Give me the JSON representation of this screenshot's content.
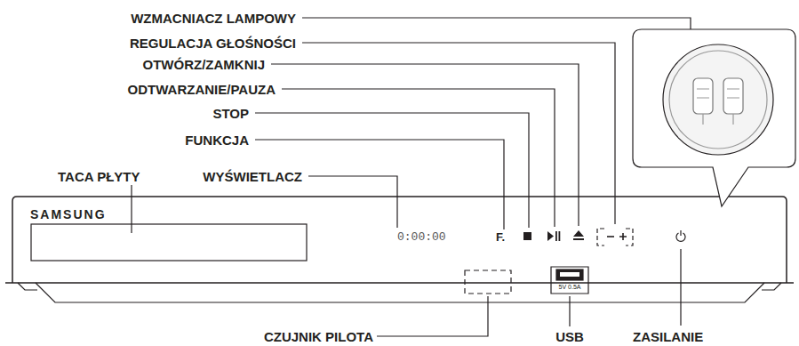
{
  "diagram": {
    "labels": [
      "WZMACNIACZ LAMPOWY",
      "REGULACJA GŁOŚNOŚCI",
      "OTWÓRZ/ZAMKNIJ",
      "ODTWARZANIE/PAUZA",
      "STOP",
      "FUNKCJA",
      "TACA PŁYTY",
      "WYŚWIETLACZ",
      "SAMSUNG",
      "0:00:00",
      "F.",
      "5V 0.5A",
      "CZUJNIK PILOTA",
      "USB",
      "ZASILANIE"
    ]
  }
}
